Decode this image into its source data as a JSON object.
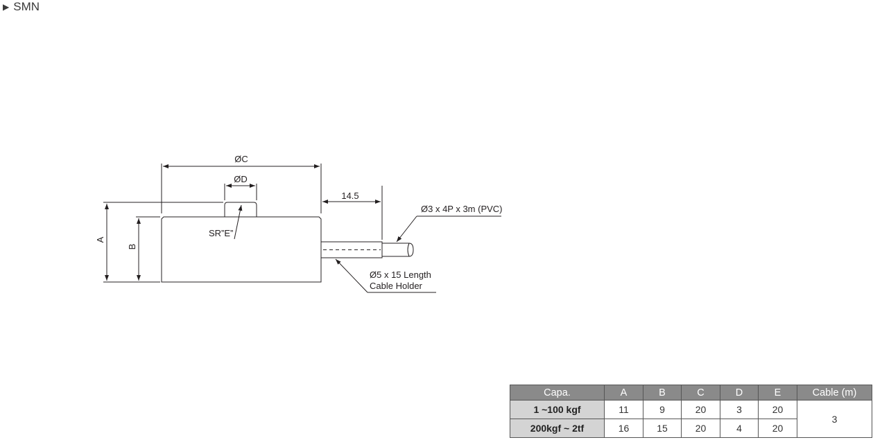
{
  "header": {
    "title": "SMN",
    "marker_icon": "triangle-right-icon"
  },
  "diagram": {
    "labels": {
      "dim_c": "ØC",
      "dim_d": "ØD",
      "dim_cable_len": "14.5",
      "cable_spec": "Ø3 x 4P x 3m (PVC)",
      "dim_a": "A",
      "dim_b": "B",
      "radius": "SR”E”",
      "holder_line1": "Ø5 x 15 Length",
      "holder_line2": "Cable Holder"
    },
    "colors": {
      "line": "#231f20",
      "fill": "#ffffff"
    }
  },
  "table": {
    "headers": [
      "Capa.",
      "A",
      "B",
      "C",
      "D",
      "E",
      "Cable (m)"
    ],
    "rows": [
      {
        "capa": "1 ~100 kgf",
        "a": "11",
        "b": "9",
        "c": "20",
        "d": "3",
        "e": "20"
      },
      {
        "capa": "200kgf ~ 2tf",
        "a": "16",
        "b": "15",
        "c": "20",
        "d": "4",
        "e": "20"
      }
    ],
    "cable": "3",
    "colors": {
      "header_bg": "#8a8a8a",
      "capa_bg": "#d4d4d4"
    }
  }
}
